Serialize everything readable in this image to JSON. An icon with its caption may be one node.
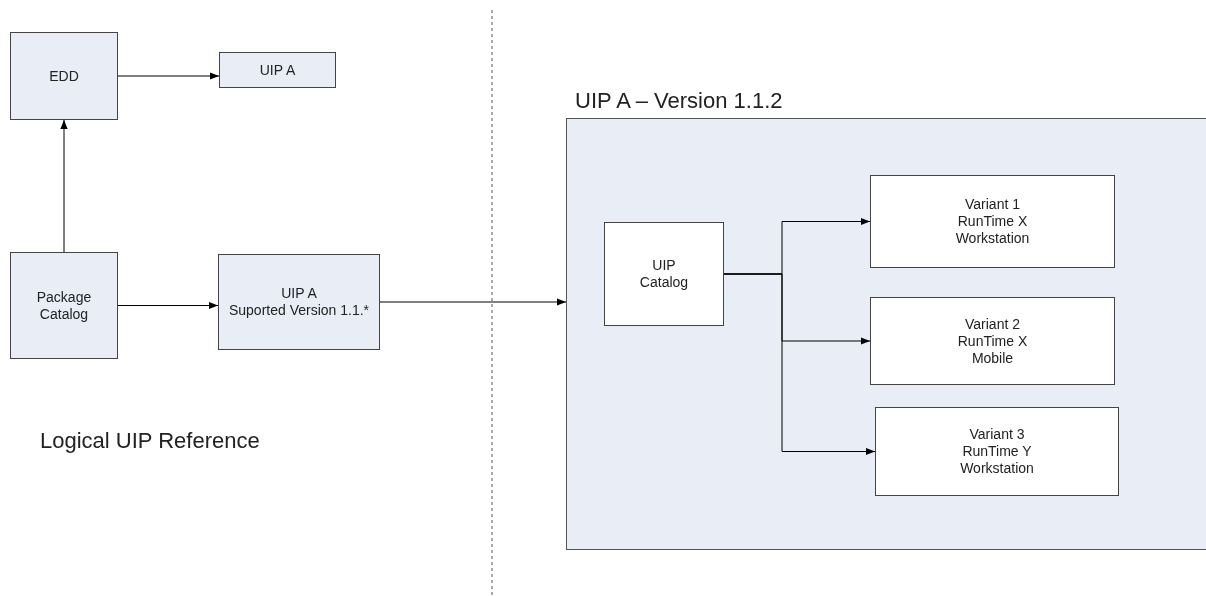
{
  "diagram": {
    "nodes": [
      {
        "text": [
          "EDD"
        ]
      },
      {
        "text": [
          "UIP A"
        ]
      },
      {
        "text": [
          "Package Catalog"
        ]
      },
      {
        "text": [
          "UIP A",
          "Suported Version 1.1.*"
        ]
      },
      {
        "text": [
          "UIP A – Version 1.1.2"
        ]
      },
      {
        "text": [
          "UIP Catalog"
        ],
        "in": 4
      },
      {
        "text": [
          "Variant 1 RunTime X Workstation"
        ],
        "in": 4
      },
      {
        "text": [
          "Variant 2 RunTime X Mobile"
        ],
        "in": 4
      },
      {
        "text": [
          "Variant 3 RunTime Y Workstation"
        ],
        "in": 4
      }
    ],
    "edges": [
      {
        "from": 0,
        "to": 1,
        "arrow": "to"
      },
      {
        "from": 2,
        "to": 0,
        "arrow": "to"
      },
      {
        "from": 2,
        "to": 3,
        "arrow": "to"
      },
      {
        "from": 3,
        "to": 4,
        "arrow": "to"
      },
      {
        "from": 5,
        "to": 6,
        "arrow": "to"
      },
      {
        "from": 5,
        "to": 7,
        "arrow": "to"
      },
      {
        "from": 5,
        "to": 8,
        "arrow": "to"
      }
    ],
    "labels": [
      "Logical UIP Reference"
    ]
  }
}
